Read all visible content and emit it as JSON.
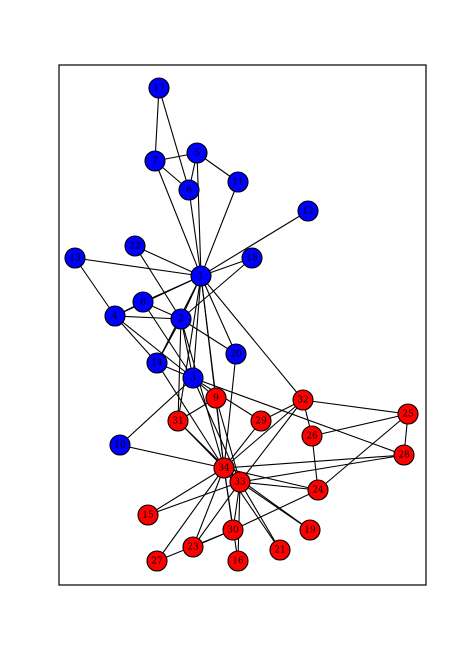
{
  "colors": {
    "group_a": "#0000ff",
    "group_b": "#ff0000"
  },
  "nodes": [
    {
      "label": "17",
      "group": "a"
    },
    {
      "label": "7",
      "group": "a"
    },
    {
      "label": "6",
      "group": "a"
    },
    {
      "label": "5",
      "group": "a"
    },
    {
      "label": "11",
      "group": "a"
    },
    {
      "label": "12",
      "group": "a"
    },
    {
      "label": "22",
      "group": "a"
    },
    {
      "label": "13",
      "group": "a"
    },
    {
      "label": "18",
      "group": "a"
    },
    {
      "label": "1",
      "group": "a"
    },
    {
      "label": "4",
      "group": "a"
    },
    {
      "label": "8",
      "group": "a"
    },
    {
      "label": "2",
      "group": "a"
    },
    {
      "label": "20",
      "group": "a"
    },
    {
      "label": "14",
      "group": "a"
    },
    {
      "label": "3",
      "group": "a"
    },
    {
      "label": "10",
      "group": "a"
    },
    {
      "label": "9",
      "group": "b"
    },
    {
      "label": "31",
      "group": "b"
    },
    {
      "label": "29",
      "group": "b"
    },
    {
      "label": "32",
      "group": "b"
    },
    {
      "label": "25",
      "group": "b"
    },
    {
      "label": "26",
      "group": "b"
    },
    {
      "label": "28",
      "group": "b"
    },
    {
      "label": "34",
      "group": "b"
    },
    {
      "label": "33",
      "group": "b"
    },
    {
      "label": "24",
      "group": "b"
    },
    {
      "label": "15",
      "group": "b"
    },
    {
      "label": "19",
      "group": "b"
    },
    {
      "label": "23",
      "group": "b"
    },
    {
      "label": "30",
      "group": "b"
    },
    {
      "label": "27",
      "group": "b"
    },
    {
      "label": "16",
      "group": "b"
    },
    {
      "label": "21",
      "group": "b"
    }
  ],
  "edges": [
    [
      "17",
      "7"
    ],
    [
      "17",
      "6"
    ],
    [
      "7",
      "6"
    ],
    [
      "7",
      "5"
    ],
    [
      "7",
      "1"
    ],
    [
      "6",
      "5"
    ],
    [
      "6",
      "1"
    ],
    [
      "5",
      "11"
    ],
    [
      "5",
      "1"
    ],
    [
      "11",
      "1"
    ],
    [
      "12",
      "1"
    ],
    [
      "22",
      "1"
    ],
    [
      "22",
      "2"
    ],
    [
      "13",
      "1"
    ],
    [
      "13",
      "4"
    ],
    [
      "18",
      "1"
    ],
    [
      "18",
      "2"
    ],
    [
      "1",
      "4"
    ],
    [
      "1",
      "8"
    ],
    [
      "1",
      "2"
    ],
    [
      "1",
      "20"
    ],
    [
      "1",
      "14"
    ],
    [
      "1",
      "3"
    ],
    [
      "1",
      "9"
    ],
    [
      "1",
      "32"
    ],
    [
      "1",
      "31"
    ],
    [
      "1",
      "34"
    ],
    [
      "4",
      "8"
    ],
    [
      "4",
      "2"
    ],
    [
      "4",
      "3"
    ],
    [
      "4",
      "14"
    ],
    [
      "8",
      "2"
    ],
    [
      "8",
      "3"
    ],
    [
      "2",
      "14"
    ],
    [
      "2",
      "3"
    ],
    [
      "2",
      "20"
    ],
    [
      "2",
      "31"
    ],
    [
      "2",
      "34"
    ],
    [
      "14",
      "3"
    ],
    [
      "14",
      "34"
    ],
    [
      "3",
      "9"
    ],
    [
      "3",
      "29"
    ],
    [
      "3",
      "28"
    ],
    [
      "3",
      "33"
    ],
    [
      "3",
      "10"
    ],
    [
      "20",
      "34"
    ],
    [
      "10",
      "34"
    ],
    [
      "9",
      "31"
    ],
    [
      "9",
      "33"
    ],
    [
      "9",
      "34"
    ],
    [
      "31",
      "34"
    ],
    [
      "31",
      "33"
    ],
    [
      "29",
      "32"
    ],
    [
      "29",
      "34"
    ],
    [
      "32",
      "25"
    ],
    [
      "32",
      "26"
    ],
    [
      "32",
      "33"
    ],
    [
      "32",
      "34"
    ],
    [
      "25",
      "26"
    ],
    [
      "25",
      "28"
    ],
    [
      "25",
      "24"
    ],
    [
      "26",
      "24"
    ],
    [
      "28",
      "34"
    ],
    [
      "28",
      "33"
    ],
    [
      "34",
      "33"
    ],
    [
      "34",
      "24"
    ],
    [
      "34",
      "15"
    ],
    [
      "34",
      "19"
    ],
    [
      "34",
      "23"
    ],
    [
      "34",
      "30"
    ],
    [
      "34",
      "27"
    ],
    [
      "34",
      "16"
    ],
    [
      "34",
      "21"
    ],
    [
      "33",
      "24"
    ],
    [
      "33",
      "15"
    ],
    [
      "33",
      "19"
    ],
    [
      "33",
      "23"
    ],
    [
      "33",
      "30"
    ],
    [
      "33",
      "16"
    ],
    [
      "33",
      "21"
    ],
    [
      "30",
      "23"
    ],
    [
      "30",
      "27"
    ],
    [
      "24",
      "30"
    ]
  ]
}
